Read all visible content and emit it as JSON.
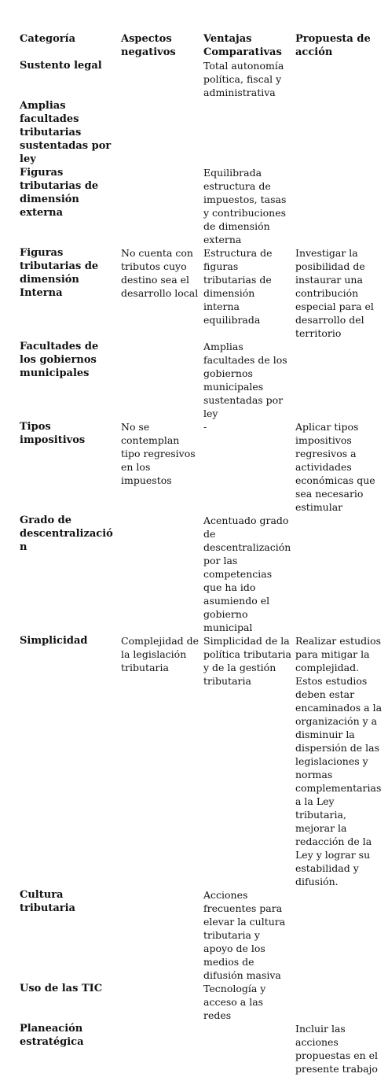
{
  "header": {
    "categoria": "Categoría",
    "aspectos": "Aspectos negativos",
    "ventajas": "Ventajas Comparativas",
    "propuesta": "Propuesta de acción"
  },
  "rows": [
    {
      "categoria": "Sustento legal",
      "aspectos": "",
      "ventajas": "Total autonomía política, fiscal y administrativa",
      "propuesta": ""
    },
    {
      "categoria": "Amplias facultades tributarias sustentadas por ley",
      "aspectos": "",
      "ventajas": "",
      "propuesta": ""
    },
    {
      "categoria": "Figuras tributarias de dimensión externa",
      "aspectos": "",
      "ventajas": "Equilibrada estructura de impuestos, tasas y contribuciones de dimensión externa",
      "propuesta": ""
    },
    {
      "categoria": "Figuras tributarias de dimensión Interna",
      "aspectos": "No cuenta con tributos cuyo destino sea el desarrollo local",
      "ventajas": "Estructura de figuras tributarias de dimensión interna equilibrada",
      "propuesta": "Investigar la posibilidad de instaurar una contribución especial para el desarrollo del territorio"
    },
    {
      "categoria": "Facultades de los gobiernos municipales",
      "aspectos": "",
      "ventajas": "Amplias facultades de los gobiernos municipales sustentadas por ley",
      "propuesta": ""
    },
    {
      "categoria": "Tipos impositivos",
      "aspectos": "No se contemplan tipo regresivos en los impuestos",
      "ventajas": "-",
      "propuesta": "Aplicar tipos impositivos regresivos a actividades económicas que sea necesario estimular"
    },
    {
      "categoria": "Grado de descentralización",
      "aspectos": "",
      "ventajas": "Acentuado grado de descentralización por las competencias que ha ido asumiendo el gobierno municipal",
      "propuesta": ""
    },
    {
      "categoria": "Simplicidad",
      "aspectos": "Complejidad de la legislación tributaria",
      "ventajas": "Simplicidad de la política tributaria y de la gestión tributaria",
      "propuesta": "Realizar estudios para mitigar la complejidad. Estos estudios deben estar encaminados a la organización y a disminuir la dispersión de las legislaciones y normas complementarias a la Ley tributaria, mejorar la redacción de la Ley y lograr su estabilidad y difusión."
    },
    {
      "categoria": "Cultura tributaria",
      "aspectos": "",
      "ventajas": "Acciones frecuentes para elevar la cultura tributaria y apoyo de los medios de difusión masiva",
      "propuesta": ""
    },
    {
      "categoria": "Uso de las TIC",
      "aspectos": "",
      "ventajas": "Tecnología y acceso a las redes",
      "propuesta": ""
    },
    {
      "categoria": "Planeación estratégica",
      "aspectos": "",
      "ventajas": "",
      "propuesta": "Incluir las acciones propuestas en el presente trabajo"
    }
  ]
}
